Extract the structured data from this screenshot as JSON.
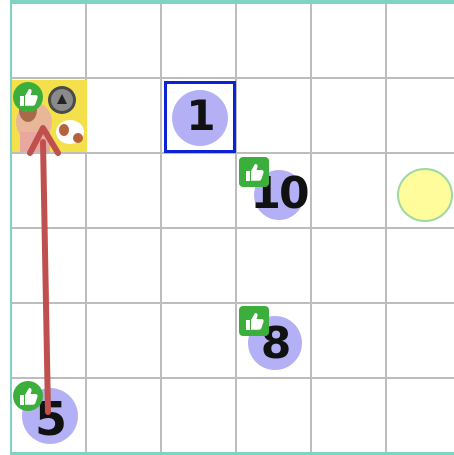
{
  "board": {
    "name": "game-board",
    "columns": 6,
    "rows": 6
  },
  "colors": {
    "grid_line": "#bdbdbd",
    "frame": "#7fd3c2",
    "token": "#b4b0f5",
    "selection_border": "#0b22d6",
    "thumb_bg": "#3cae3c",
    "arrow": "#c0504d",
    "sun_fill": "#fffc9c"
  },
  "tokens": [
    {
      "id": "token-1",
      "label": "1"
    },
    {
      "id": "token-10",
      "label": "10"
    },
    {
      "id": "token-8",
      "label": "8"
    },
    {
      "id": "token-5",
      "label": "5"
    }
  ],
  "icons": {
    "thumb": "thumbs-up-icon",
    "avatar": "player-avatar-icon",
    "sun": "yellow-circle-icon",
    "arrow": "move-arrow"
  }
}
